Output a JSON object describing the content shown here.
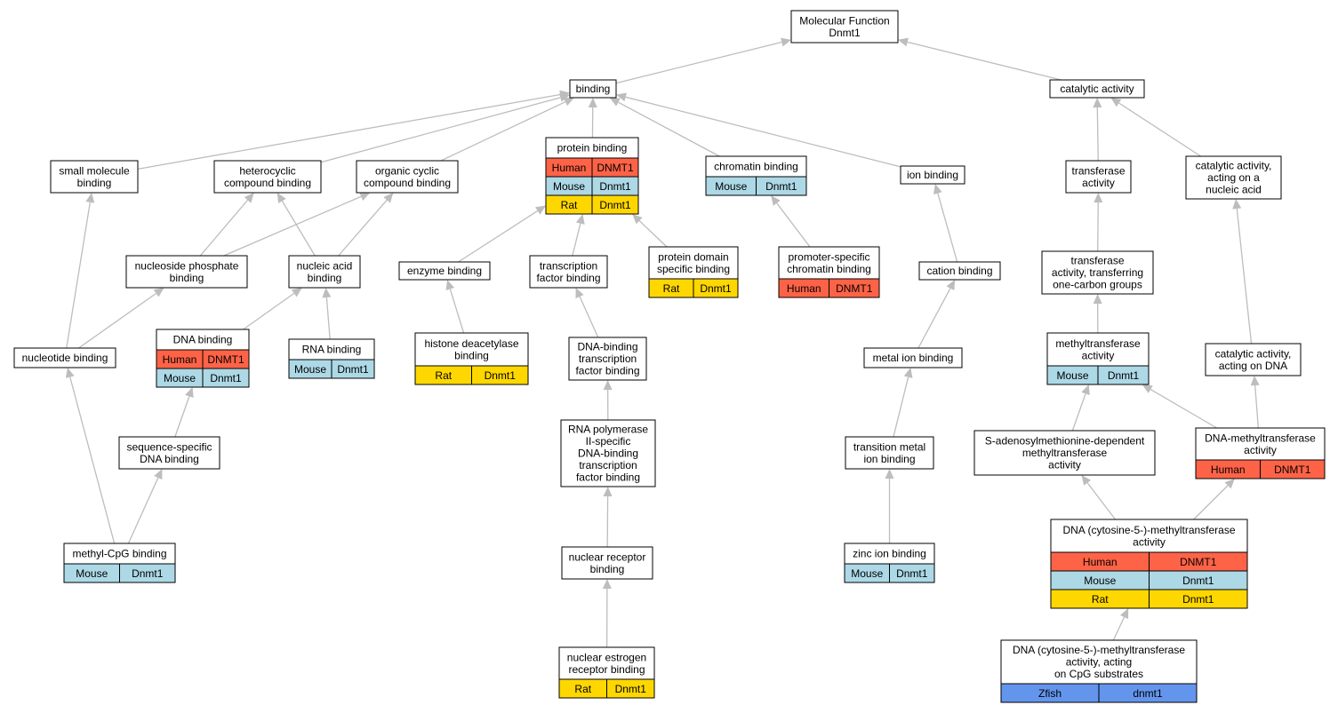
{
  "colors": {
    "Human": "#ff6347",
    "Mouse": "#add8e6",
    "Rat": "#ffd700",
    "Zfish": "#6495ed",
    "edge": "#bdbdbd"
  },
  "nodes": [
    {
      "id": "mf",
      "lines": [
        "Molecular Function",
        "Dnmt1"
      ],
      "rows": []
    },
    {
      "id": "binding",
      "lines": [
        "binding"
      ],
      "rows": []
    },
    {
      "id": "catalytic",
      "lines": [
        "catalytic activity"
      ],
      "rows": []
    },
    {
      "id": "small_mol",
      "lines": [
        "small molecule",
        "binding"
      ],
      "rows": []
    },
    {
      "id": "heterocyclic",
      "lines": [
        "heterocyclic",
        "compound binding"
      ],
      "rows": []
    },
    {
      "id": "organic_cyclic",
      "lines": [
        "organic cyclic",
        "compound binding"
      ],
      "rows": []
    },
    {
      "id": "protein_binding",
      "lines": [
        "protein binding"
      ],
      "rows": [
        [
          "Human",
          "DNMT1"
        ],
        [
          "Mouse",
          "Dnmt1"
        ],
        [
          "Rat",
          "Dnmt1"
        ]
      ]
    },
    {
      "id": "chromatin",
      "lines": [
        "chromatin binding"
      ],
      "rows": [
        [
          "Mouse",
          "Dnmt1"
        ]
      ]
    },
    {
      "id": "ion",
      "lines": [
        "ion binding"
      ],
      "rows": []
    },
    {
      "id": "transferase",
      "lines": [
        "transferase",
        "activity"
      ],
      "rows": []
    },
    {
      "id": "cat_nucleic",
      "lines": [
        "catalytic activity,",
        "acting on a",
        "nucleic acid"
      ],
      "rows": []
    },
    {
      "id": "nucleoside_phos",
      "lines": [
        "nucleoside phosphate",
        "binding"
      ],
      "rows": []
    },
    {
      "id": "nucleic_acid",
      "lines": [
        "nucleic acid",
        "binding"
      ],
      "rows": []
    },
    {
      "id": "enzyme",
      "lines": [
        "enzyme binding"
      ],
      "rows": []
    },
    {
      "id": "tf_binding",
      "lines": [
        "transcription",
        "factor binding"
      ],
      "rows": []
    },
    {
      "id": "protein_domain",
      "lines": [
        "protein domain",
        "specific binding"
      ],
      "rows": [
        [
          "Rat",
          "Dnmt1"
        ]
      ]
    },
    {
      "id": "promoter_chrom",
      "lines": [
        "promoter-specific",
        "chromatin binding"
      ],
      "rows": [
        [
          "Human",
          "DNMT1"
        ]
      ]
    },
    {
      "id": "cation",
      "lines": [
        "cation binding"
      ],
      "rows": []
    },
    {
      "id": "transf_onecarbon",
      "lines": [
        "transferase",
        "activity, transferring",
        "one-carbon groups"
      ],
      "rows": []
    },
    {
      "id": "nucleotide",
      "lines": [
        "nucleotide binding"
      ],
      "rows": []
    },
    {
      "id": "dna_binding",
      "lines": [
        "DNA binding"
      ],
      "rows": [
        [
          "Human",
          "DNMT1"
        ],
        [
          "Mouse",
          "Dnmt1"
        ]
      ]
    },
    {
      "id": "rna_binding",
      "lines": [
        "RNA binding"
      ],
      "rows": [
        [
          "Mouse",
          "Dnmt1"
        ]
      ]
    },
    {
      "id": "hdac",
      "lines": [
        "histone deacetylase",
        "binding"
      ],
      "rows": [
        [
          "Rat",
          "Dnmt1"
        ]
      ]
    },
    {
      "id": "dna_tf",
      "lines": [
        "DNA-binding",
        "transcription",
        "factor binding"
      ],
      "rows": []
    },
    {
      "id": "metal_ion",
      "lines": [
        "metal ion binding"
      ],
      "rows": []
    },
    {
      "id": "methyltransferase",
      "lines": [
        "methyltransferase",
        "activity"
      ],
      "rows": [
        [
          "Mouse",
          "Dnmt1"
        ]
      ]
    },
    {
      "id": "cat_dna",
      "lines": [
        "catalytic activity,",
        "acting on DNA"
      ],
      "rows": []
    },
    {
      "id": "seq_dna",
      "lines": [
        "sequence-specific",
        "DNA binding"
      ],
      "rows": []
    },
    {
      "id": "rnap2_tf",
      "lines": [
        "RNA polymerase",
        "II-specific",
        "DNA-binding",
        "transcription",
        "factor binding"
      ],
      "rows": []
    },
    {
      "id": "transition_metal",
      "lines": [
        "transition metal",
        "ion binding"
      ],
      "rows": []
    },
    {
      "id": "sam_mt",
      "lines": [
        "S-adenosylmethionine-dependent",
        "methyltransferase",
        "activity"
      ],
      "rows": []
    },
    {
      "id": "dna_mt",
      "lines": [
        "DNA-methyltransferase",
        "activity"
      ],
      "rows": [
        [
          "Human",
          "DNMT1"
        ]
      ]
    },
    {
      "id": "methyl_cpg",
      "lines": [
        "methyl-CpG binding"
      ],
      "rows": [
        [
          "Mouse",
          "Dnmt1"
        ]
      ]
    },
    {
      "id": "nuclear_receptor",
      "lines": [
        "nuclear receptor",
        "binding"
      ],
      "rows": []
    },
    {
      "id": "zinc",
      "lines": [
        "zinc ion binding"
      ],
      "rows": [
        [
          "Mouse",
          "Dnmt1"
        ]
      ]
    },
    {
      "id": "dnmt_c5",
      "lines": [
        "DNA (cytosine-5-)-methyltransferase",
        "activity"
      ],
      "rows": [
        [
          "Human",
          "DNMT1"
        ],
        [
          "Mouse",
          "Dnmt1"
        ],
        [
          "Rat",
          "Dnmt1"
        ]
      ]
    },
    {
      "id": "nuclear_estrogen",
      "lines": [
        "nuclear estrogen",
        "receptor binding"
      ],
      "rows": [
        [
          "Rat",
          "Dnmt1"
        ]
      ]
    },
    {
      "id": "dnmt_cpg",
      "lines": [
        "DNA (cytosine-5-)-methyltransferase",
        "activity, acting",
        "on CpG substrates"
      ],
      "rows": [
        [
          "Zfish",
          "dnmt1"
        ]
      ]
    }
  ],
  "edges": [
    {
      "from": "binding",
      "to": "mf"
    },
    {
      "from": "catalytic",
      "to": "mf"
    },
    {
      "from": "small_mol",
      "to": "binding"
    },
    {
      "from": "heterocyclic",
      "to": "binding"
    },
    {
      "from": "organic_cyclic",
      "to": "binding"
    },
    {
      "from": "protein_binding",
      "to": "binding"
    },
    {
      "from": "chromatin",
      "to": "binding"
    },
    {
      "from": "ion",
      "to": "binding"
    },
    {
      "from": "transferase",
      "to": "catalytic"
    },
    {
      "from": "cat_nucleic",
      "to": "catalytic"
    },
    {
      "from": "nucleoside_phos",
      "to": "heterocyclic"
    },
    {
      "from": "nucleoside_phos",
      "to": "organic_cyclic"
    },
    {
      "from": "nucleic_acid",
      "to": "heterocyclic"
    },
    {
      "from": "nucleic_acid",
      "to": "organic_cyclic"
    },
    {
      "from": "enzyme",
      "to": "protein_binding"
    },
    {
      "from": "tf_binding",
      "to": "protein_binding"
    },
    {
      "from": "protein_domain",
      "to": "protein_binding"
    },
    {
      "from": "promoter_chrom",
      "to": "chromatin"
    },
    {
      "from": "cation",
      "to": "ion"
    },
    {
      "from": "transf_onecarbon",
      "to": "transferase"
    },
    {
      "from": "nucleotide",
      "to": "small_mol"
    },
    {
      "from": "nucleotide",
      "to": "nucleoside_phos"
    },
    {
      "from": "dna_binding",
      "to": "nucleic_acid"
    },
    {
      "from": "rna_binding",
      "to": "nucleic_acid"
    },
    {
      "from": "hdac",
      "to": "enzyme"
    },
    {
      "from": "dna_tf",
      "to": "tf_binding"
    },
    {
      "from": "metal_ion",
      "to": "cation"
    },
    {
      "from": "methyltransferase",
      "to": "transf_onecarbon"
    },
    {
      "from": "cat_dna",
      "to": "cat_nucleic"
    },
    {
      "from": "seq_dna",
      "to": "dna_binding"
    },
    {
      "from": "rnap2_tf",
      "to": "dna_tf"
    },
    {
      "from": "transition_metal",
      "to": "metal_ion"
    },
    {
      "from": "sam_mt",
      "to": "methyltransferase"
    },
    {
      "from": "dna_mt",
      "to": "methyltransferase"
    },
    {
      "from": "dna_mt",
      "to": "cat_dna"
    },
    {
      "from": "methyl_cpg",
      "to": "nucleotide"
    },
    {
      "from": "methyl_cpg",
      "to": "seq_dna"
    },
    {
      "from": "nuclear_receptor",
      "to": "rnap2_tf"
    },
    {
      "from": "zinc",
      "to": "transition_metal"
    },
    {
      "from": "dnmt_c5",
      "to": "sam_mt"
    },
    {
      "from": "dnmt_c5",
      "to": "dna_mt"
    },
    {
      "from": "nuclear_estrogen",
      "to": "nuclear_receptor"
    },
    {
      "from": "dnmt_cpg",
      "to": "dnmt_c5"
    }
  ]
}
